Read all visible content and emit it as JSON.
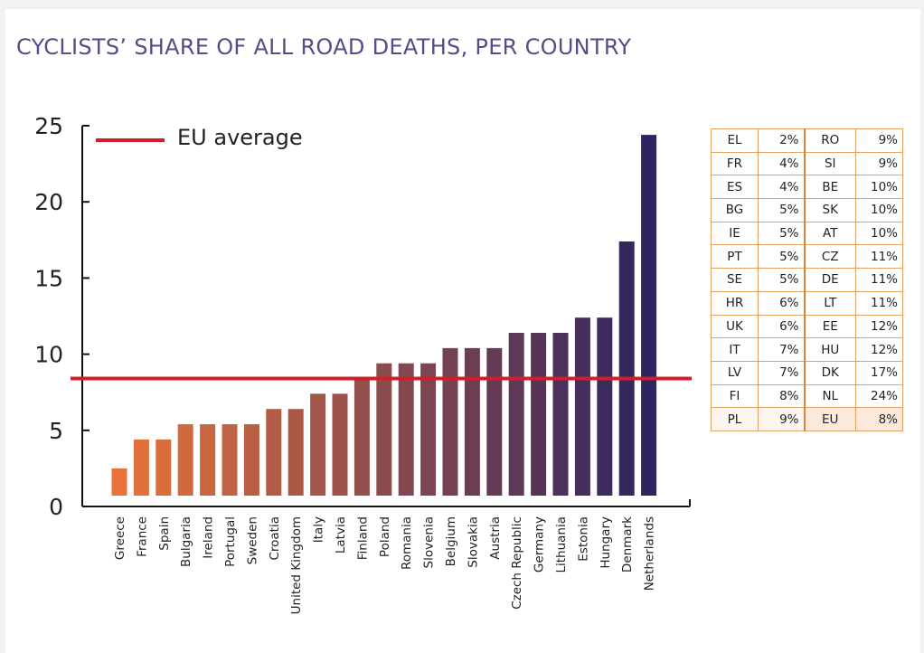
{
  "title": "CYCLISTS’ SHARE OF ALL ROAD DEATHS, PER COUNTRY",
  "legend": {
    "label": "EU average",
    "color": "#d01f2b"
  },
  "chart_data": {
    "type": "bar",
    "categories": [
      "Greece",
      "France",
      "Spain",
      "Bulgaria",
      "Ireland",
      "Portugal",
      "Sweden",
      "Croatia",
      "United Kingdom",
      "Italy",
      "Latvia",
      "Finland",
      "Poland",
      "Romania",
      "Slovenia",
      "Belgium",
      "Slovakia",
      "Austria",
      "Czech Republic",
      "Germany",
      "Lithuania",
      "Estonia",
      "Hungary",
      "Denmark",
      "Netherlands"
    ],
    "values": [
      2.5,
      4.4,
      4.4,
      5.4,
      5.4,
      5.4,
      5.4,
      6.4,
      6.4,
      7.4,
      7.4,
      8.4,
      9.4,
      9.4,
      9.4,
      10.4,
      10.4,
      10.4,
      11.4,
      11.4,
      11.4,
      12.4,
      12.4,
      17.4,
      24.4
    ],
    "yticks": [
      0,
      5,
      10,
      15,
      20,
      25
    ],
    "ylim": [
      0,
      25
    ],
    "eu_average": 8.4,
    "color_start": "#e8733a",
    "color_end": "#2e2460",
    "legend_position": "top-left",
    "grid": false
  },
  "table": {
    "rows": [
      {
        "a": "EL",
        "av": "2%",
        "b": "RO",
        "bv": "9%"
      },
      {
        "a": "FR",
        "av": "4%",
        "b": "SI",
        "bv": "9%"
      },
      {
        "a": "ES",
        "av": "4%",
        "b": "BE",
        "bv": "10%"
      },
      {
        "a": "BG",
        "av": "5%",
        "b": "SK",
        "bv": "10%"
      },
      {
        "a": "IE",
        "av": "5%",
        "b": "AT",
        "bv": "10%"
      },
      {
        "a": "PT",
        "av": "5%",
        "b": "CZ",
        "bv": "11%"
      },
      {
        "a": "SE",
        "av": "5%",
        "b": "DE",
        "bv": "11%"
      },
      {
        "a": "HR",
        "av": "6%",
        "b": "LT",
        "bv": "11%"
      },
      {
        "a": "UK",
        "av": "6%",
        "b": "EE",
        "bv": "12%"
      },
      {
        "a": "IT",
        "av": "7%",
        "b": "HU",
        "bv": "12%"
      },
      {
        "a": "LV",
        "av": "7%",
        "b": "DK",
        "bv": "17%"
      },
      {
        "a": "FI",
        "av": "8%",
        "b": "NL",
        "bv": "24%"
      },
      {
        "a": "PL",
        "av": "9%",
        "b": "EU",
        "bv": "8%"
      }
    ]
  }
}
